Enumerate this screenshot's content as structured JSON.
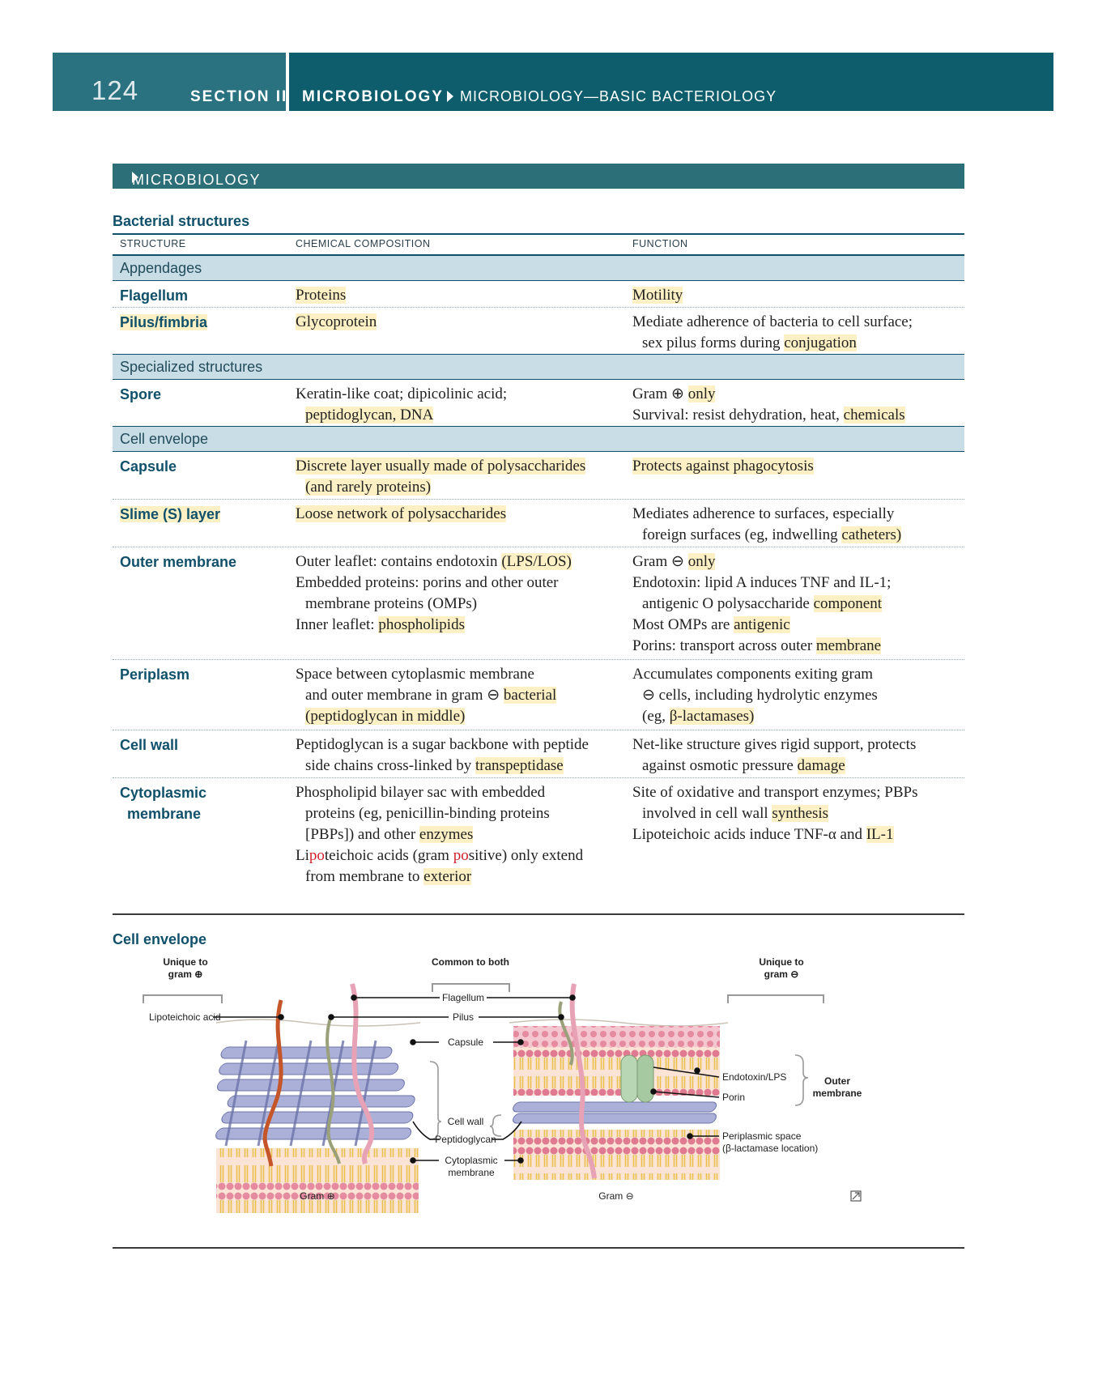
{
  "header": {
    "page_number": "124",
    "section": "SECTION II",
    "subject": "MICROBIOLOGY",
    "breadcrumb": "MICROBIOLOGY—BASIC BACTERIOLOGY"
  },
  "strip": {
    "label": "MICROBIOLOGY—BASIC BACTERIOLOGY"
  },
  "table": {
    "title": "Bacterial structures",
    "headers": [
      "STRUCTURE",
      "CHEMICAL COMPOSITION",
      "FUNCTION"
    ],
    "groups": {
      "appendages": "Appendages",
      "specialized": "Specialized structures",
      "envelope": "Cell envelope"
    },
    "flagellum": {
      "name": "Flagellum",
      "comp": "Proteins",
      "func": "Motility"
    },
    "pilus": {
      "name": "Pilus/fimbria",
      "comp": "Glycoprotein",
      "func_1": "Mediate adherence of bacteria to cell surface;",
      "func_2a": "sex pilus forms during ",
      "func_2b": "conjugation"
    },
    "spore": {
      "name": "Spore",
      "comp_1": "Keratin-like coat; dipicolinic acid;",
      "comp_2": "peptidoglycan, DNA",
      "func_1a": "Gram ⊕ ",
      "func_1b": "only",
      "func_2a": "Survival: resist dehydration, heat, ",
      "func_2b": "chemicals"
    },
    "capsule": {
      "name": "Capsule",
      "comp_1": "Discrete layer usually made of polysaccharides",
      "comp_2": "(and rarely proteins)",
      "func": "Protects against phagocytosis"
    },
    "slime": {
      "name": "Slime (S) layer",
      "comp": "Loose network of polysaccharides",
      "func_1": "Mediates adherence to surfaces, especially",
      "func_2a": "foreign surfaces (eg, indwelling ",
      "func_2b": "catheters)"
    },
    "outer": {
      "name": "Outer membrane",
      "comp_1a": "Outer leaflet: contains endotoxin ",
      "comp_1b": "(LPS/LOS)",
      "comp_2": "Embedded proteins: porins and other outer",
      "comp_3": "membrane proteins (OMPs)",
      "comp_4a": "Inner leaflet: ",
      "comp_4b": "phospholipids",
      "func_1a": "Gram ⊖ ",
      "func_1b": "only",
      "func_2": "Endotoxin: lipid A induces TNF and IL-1;",
      "func_3a": "antigenic O polysaccharide ",
      "func_3b": "component",
      "func_4a": "Most OMPs are ",
      "func_4b": "antigenic",
      "func_5a": "Porins: transport across outer ",
      "func_5b": "membrane"
    },
    "periplasm": {
      "name": "Periplasm",
      "comp_1": "Space between cytoplasmic membrane",
      "comp_2a": "and outer membrane in gram ⊖ ",
      "comp_2b": "bacterial",
      "comp_3": "(peptidoglycan in middle)",
      "func_1": "Accumulates components exiting gram",
      "func_2": "⊖ cells, including hydrolytic enzymes",
      "func_3a": "(eg, ",
      "func_3b": "β-lactamases)"
    },
    "cellwall": {
      "name": "Cell wall",
      "comp_1": "Peptidoglycan is a sugar backbone with peptide",
      "comp_2a": "side chains cross-linked by ",
      "comp_2b": "transpeptidase",
      "func_1": "Net-like structure gives rigid support, protects",
      "func_2a": "against osmotic pressure ",
      "func_2b": "damage"
    },
    "cytoplasmic": {
      "name_1": "Cytoplasmic",
      "name_2": "membrane",
      "comp_1": "Phospholipid bilayer sac with embedded",
      "comp_2": "proteins (eg, penicillin-binding proteins",
      "comp_3a": "[PBPs]) and other ",
      "comp_3b": "enzymes",
      "comp_4a": "Li",
      "comp_4b": "po",
      "comp_4c": "teichoic acids (gram ",
      "comp_4d": "po",
      "comp_4e": "sitive) only extend",
      "comp_5a": "from membrane to ",
      "comp_5b": "exterior",
      "func_1": "Site of oxidative and transport enzymes; PBPs",
      "func_2a": "involved in cell wall ",
      "func_2b": "synthesis",
      "func_3a": "Lipoteichoic acids induce TNF-α and ",
      "func_3b": "IL-1"
    }
  },
  "figure": {
    "title": "Cell envelope",
    "unique_pos_1": "Unique to",
    "unique_pos_2": "gram ⊕",
    "common": "Common to both",
    "unique_neg_1": "Unique to",
    "unique_neg_2": "gram ⊖",
    "lipoteichoic": "Lipoteichoic acid",
    "flagellum": "Flagellum",
    "pilus": "Pilus",
    "capsule": "Capsule",
    "cell_wall": "Cell wall",
    "peptidoglycan": "Peptidoglycan",
    "cytoplasmic_1": "Cytoplasmic",
    "cytoplasmic_2": "membrane",
    "endotoxin": "Endotoxin/LPS",
    "porin": "Porin",
    "outer_1": "Outer",
    "outer_2": "membrane",
    "periplasmic_1": "Periplasmic space",
    "periplasmic_2": "(β-lactamase location)",
    "gram_pos": "Gram ⊕",
    "gram_neg": "Gram ⊖"
  },
  "colors": {
    "header": "#0e5d6c",
    "strip": "#2d6f79",
    "highlight": "#fdf0c4",
    "group_band": "#c8dde6",
    "membrane_head": "#e68aa0",
    "membrane_tail": "#e8c24c",
    "peptidoglycan": "#aab0d8"
  }
}
